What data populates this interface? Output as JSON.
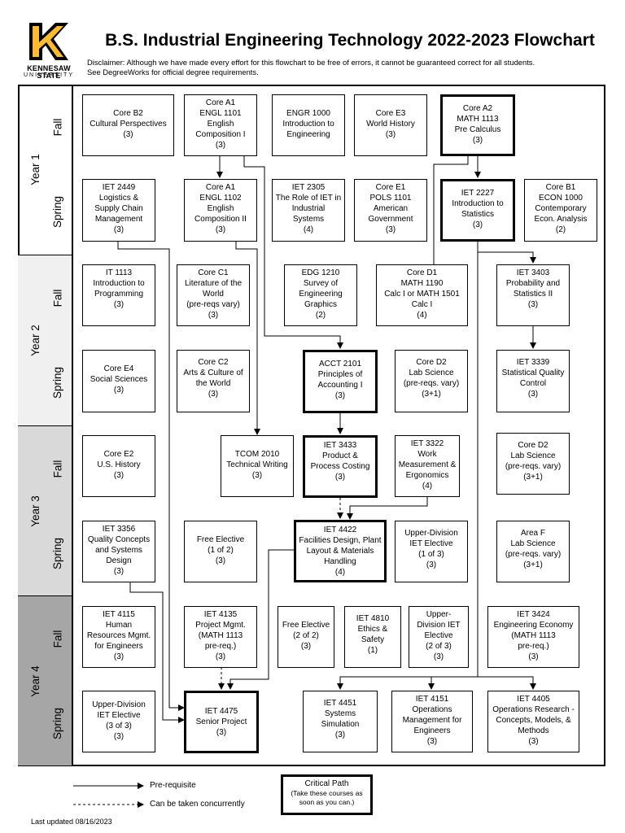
{
  "header": {
    "logo_text": "KENNESAW STATE",
    "logo_subtext": "UNIVERSITY",
    "title": "B.S. Industrial Engineering Technology 2022-2023 Flowchart",
    "disclaimer_line1": "Disclaimer: Although we have made every effort for this flowchart to be free of errors, it cannot be guaranteed correct for all students.",
    "disclaimer_line2": "See DegreeWorks for official degree requirements."
  },
  "years": [
    {
      "label": "Year 1",
      "fall": "Fall",
      "spring": "Spring",
      "shade": "#ffffff"
    },
    {
      "label": "Year 2",
      "fall": "Fall",
      "spring": "Spring",
      "shade": "#f0f0f0"
    },
    {
      "label": "Year 3",
      "fall": "Fall",
      "spring": "Spring",
      "shade": "#d9d9d9"
    },
    {
      "label": "Year 4",
      "fall": "Fall",
      "spring": "Spring",
      "shade": "#a6a6a6"
    }
  ],
  "courses": {
    "core_b2": "Core B2\nCultural Perspectives\n(3)",
    "engl1101": "Core A1\nENGL 1101\nEnglish\nComposition I\n(3)",
    "engr1000": "ENGR 1000\nIntroduction to\nEngineering",
    "core_e3": "Core E3\nWorld History\n(3)",
    "math1113": "Core A2\nMATH 1113\nPre Calculus\n(3)",
    "iet2449": "IET 2449\nLogistics &\nSupply Chain\nManagement\n(3)",
    "engl1102": "Core A1\nENGL 1102\nEnglish\nComposition II\n(3)",
    "iet2305": "IET 2305\nThe Role of IET in\nIndustrial\nSystems\n(4)",
    "pols1101": "Core E1\nPOLS 1101\nAmerican\nGovernment\n(3)",
    "iet2227": "IET 2227\nIntroduction to\nStatistics\n(3)",
    "econ1000": "Core B1\nECON 1000\nContemporary\nEcon. Analysis\n(2)",
    "it1113": "IT 1113\nIntroduction to\nProgramming\n(3)",
    "core_c1": "Core C1\nLiterature of the\nWorld\n(pre-reqs vary)\n(3)",
    "edg1210": "EDG 1210\nSurvey of\nEngineering\nGraphics\n(2)",
    "math1190": "Core D1\nMATH 1190\nCalc I or MATH 1501\nCalc I\n(4)",
    "iet3403": "IET 3403\nProbability and\nStatistics II\n(3)",
    "core_e4": "Core E4\nSocial Sciences\n(3)",
    "core_c2": "Core C2\nArts & Culture of\nthe World\n(3)",
    "acct2101": "ACCT 2101\nPrinciples of\nAccounting I\n(3)",
    "core_d2_y2": "Core D2\nLab Science\n(pre-reqs. vary)\n(3+1)",
    "iet3339": "IET 3339\nStatistical Quality\nControl\n(3)",
    "core_e2": "Core E2\nU.S. History\n(3)",
    "tcom2010": "TCOM 2010\nTechnical Writing\n(3)",
    "iet3433": "IET 3433\nProduct &\nProcess Costing\n(3)",
    "iet3322": "IET 3322\nWork\nMeasurement &\nErgonomics\n(4)",
    "core_d2_y3": "Core D2\nLab Science\n(pre-reqs. vary)\n(3+1)",
    "iet3356": "IET 3356\nQuality Concepts\nand Systems\nDesign\n(3)",
    "free_elective_1": "Free Elective\n(1 of 2)\n(3)",
    "iet4422": "IET 4422\nFacilities Design, Plant\nLayout & Materials\nHandling\n(4)",
    "ud_elective_1": "Upper-Division\nIET Elective\n(1 of 3)\n(3)",
    "area_f": "Area F\nLab Science\n(pre-reqs. vary)\n(3+1)",
    "iet4115": "IET 4115\nHuman\nResources Mgmt.\nfor Engineers\n(3)",
    "iet4135": "IET 4135\nProject Mgmt.\n(MATH 1113\npre-req.)\n(3)",
    "free_elective_2": "Free Elective\n(2 of 2)\n(3)",
    "iet4810": "IET 4810\nEthics &\nSafety\n(1)",
    "ud_elective_2": "Upper-\nDivision IET\nElective\n(2 of 3)\n(3)",
    "iet3424": "IET 3424\nEngineering Economy\n(MATH 1113\npre-req.)\n(3)",
    "ud_elective_3": "Upper-Division\nIET Elective\n(3 of 3)\n(3)",
    "iet4475": "IET 4475\nSenior Project\n(3)",
    "iet4451": "IET 4451\nSystems\nSimulation\n(3)",
    "iet4151": "IET 4151\nOperations\nManagement for\nEngineers\n(3)",
    "iet4405": "IET 4405\nOperations Research -\nConcepts, Models, &\nMethods\n(3)"
  },
  "legend": {
    "prereq": "Pre-requisite",
    "concurrent": "Can be taken concurrently",
    "critical_title": "Critical Path",
    "critical_desc": "(Take these courses as\nsoon as you can.)"
  },
  "footer": {
    "updated": "Last updated 08/16/2023"
  }
}
